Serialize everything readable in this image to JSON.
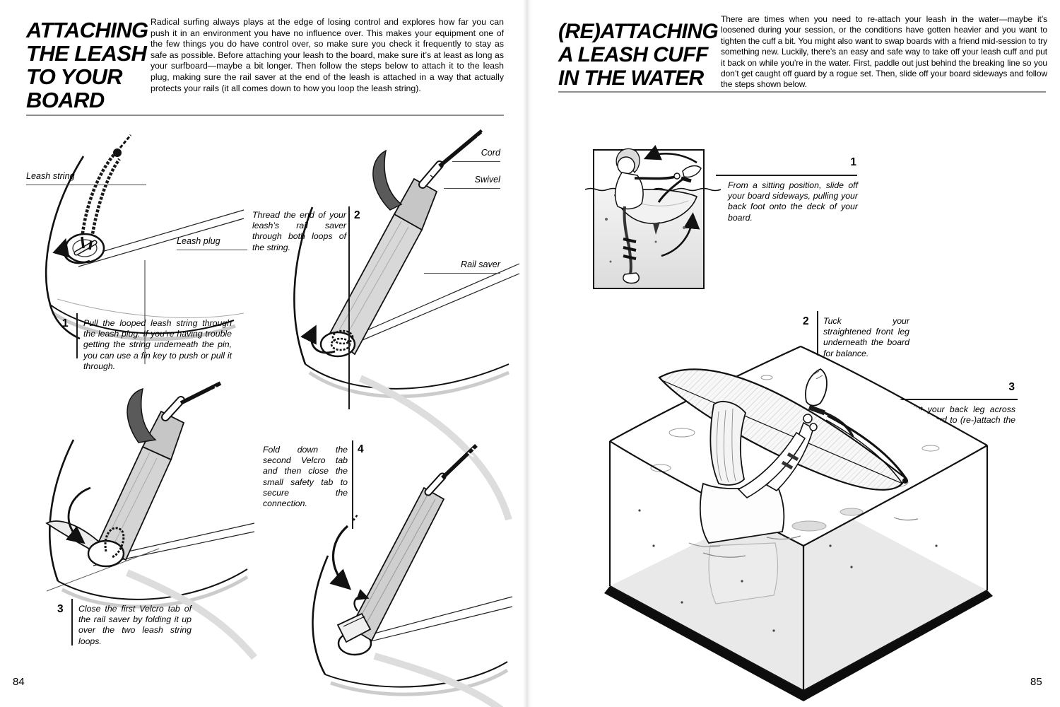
{
  "left_page": {
    "title_lines": [
      "ATTACHING",
      "THE LEASH",
      "TO YOUR",
      "BOARD"
    ],
    "intro": "Radical surfing always plays at the edge of losing control and explores how far you can push it in an environment you have no influence over. This makes your equipment one of the few things you do have control over, so make sure you check it frequently to stay as safe as possible. Before attaching your leash to the board, make sure it’s at least as long as your surfboard—maybe a bit longer. Then follow the steps below to attach it to the leash plug, making sure the rail saver at the end of the leash is attached in a way that actually protects your rails (it all comes down to how you loop the leash string).",
    "labels": {
      "leash_string": "Leash string",
      "leash_plug": "Leash plug",
      "cord": "Cord",
      "swivel": "Swivel",
      "rail_saver": "Rail saver"
    },
    "steps": [
      {
        "num": "1",
        "text": "Pull the looped leash string through the leash plug. If you’re having trouble getting the string underneath the pin, you can use a fin key to push or pull it through."
      },
      {
        "num": "2",
        "text": "Thread the end of your leash’s rail saver through both loops of the string."
      },
      {
        "num": "3",
        "text": "Close the first Velcro tab of the rail saver by folding it up over the two leash string loops."
      },
      {
        "num": "4",
        "text": "Fold down the second Velcro tab and then close the small safety tab to secure the connection."
      }
    ],
    "page_number": "84"
  },
  "right_page": {
    "title_lines": [
      "(RE)ATTACHING",
      "A LEASH CUFF",
      "IN THE WATER"
    ],
    "intro": "There are times when you need to re-attach your leash in the water—maybe it’s loosened during your session, or the conditions have gotten heavier and you want to tighten the cuff a bit. You might also want to swap boards with a friend mid-session to try something new. Luckily, there’s an easy and safe way to take off your leash cuff and put it back on while you’re in the water. First, paddle out just behind the breaking line so you don’t get caught off guard by a rogue set. Then, slide off your board sideways and follow the steps shown below.",
    "steps": [
      {
        "num": "1",
        "text": "From a sitting position, slide off your board sideways, pulling your back foot onto the deck of your board."
      },
      {
        "num": "2",
        "text": "Tuck your straightened front leg underneath the board for balance."
      },
      {
        "num": "3",
        "text": "Put your back leg across the board to (re-)attach the leash."
      }
    ],
    "page_number": "85"
  },
  "ink_color": "#111111"
}
